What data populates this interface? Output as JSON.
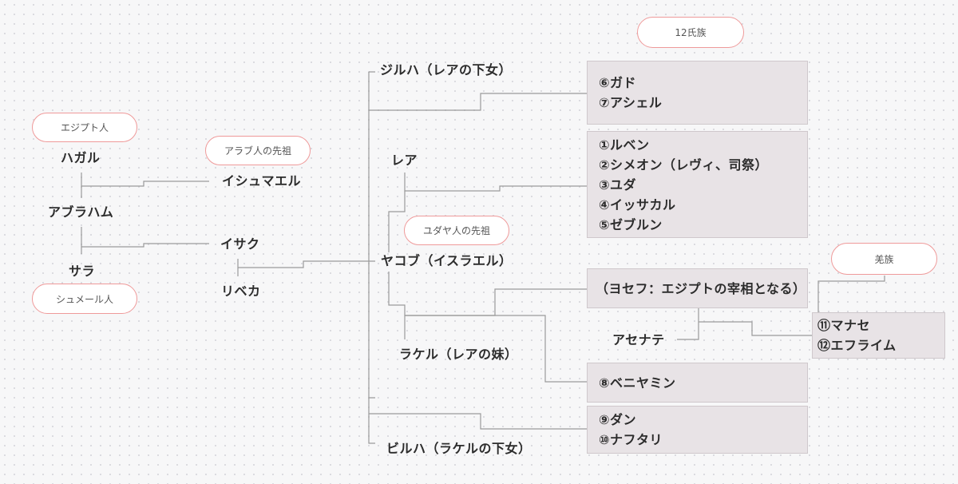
{
  "tags": {
    "egyptian": "エジプト人",
    "sumerian": "シュメール人",
    "arab_ancestor": "アラブ人の先祖",
    "jewish_ancestor": "ユダヤ人の先祖",
    "twelve_tribes": "12氏族",
    "subtribe": "羌族"
  },
  "people": {
    "hagar": "ハガル",
    "abraham": "アブラハム",
    "sarah": "サラ",
    "ishmael": "イシュマエル",
    "isaac": "イサク",
    "rebekah": "リベカ",
    "jacob": "ヤコブ（イスラエル）",
    "zilpah": "ジルハ（レアの下女）",
    "leah": "レア",
    "rachel": "ラケル（レアの妹）",
    "bilhah": "ビルハ（ラケルの下女）",
    "asenath": "アセナテ"
  },
  "boxes": {
    "zilpah_sons": [
      "⑥ガド",
      "⑦アシェル"
    ],
    "leah_sons": [
      "①ルベン",
      "②シメオン（レヴィ、司祭）",
      "③ユダ",
      "④イッサカル",
      "⑤ゼブルン"
    ],
    "joseph": [
      "（ヨセフ：エジプトの宰相となる）"
    ],
    "benjamin": [
      "⑧ベニヤミン"
    ],
    "bilhah_sons": [
      "⑨ダン",
      "⑩ナフタリ"
    ],
    "joseph_sons": [
      "⑪マナセ",
      "⑫エフライム"
    ]
  },
  "colors": {
    "tag_border": "#ef9a9a",
    "box_fill": "#e8e3e6",
    "connector": "#9a9a9a"
  }
}
